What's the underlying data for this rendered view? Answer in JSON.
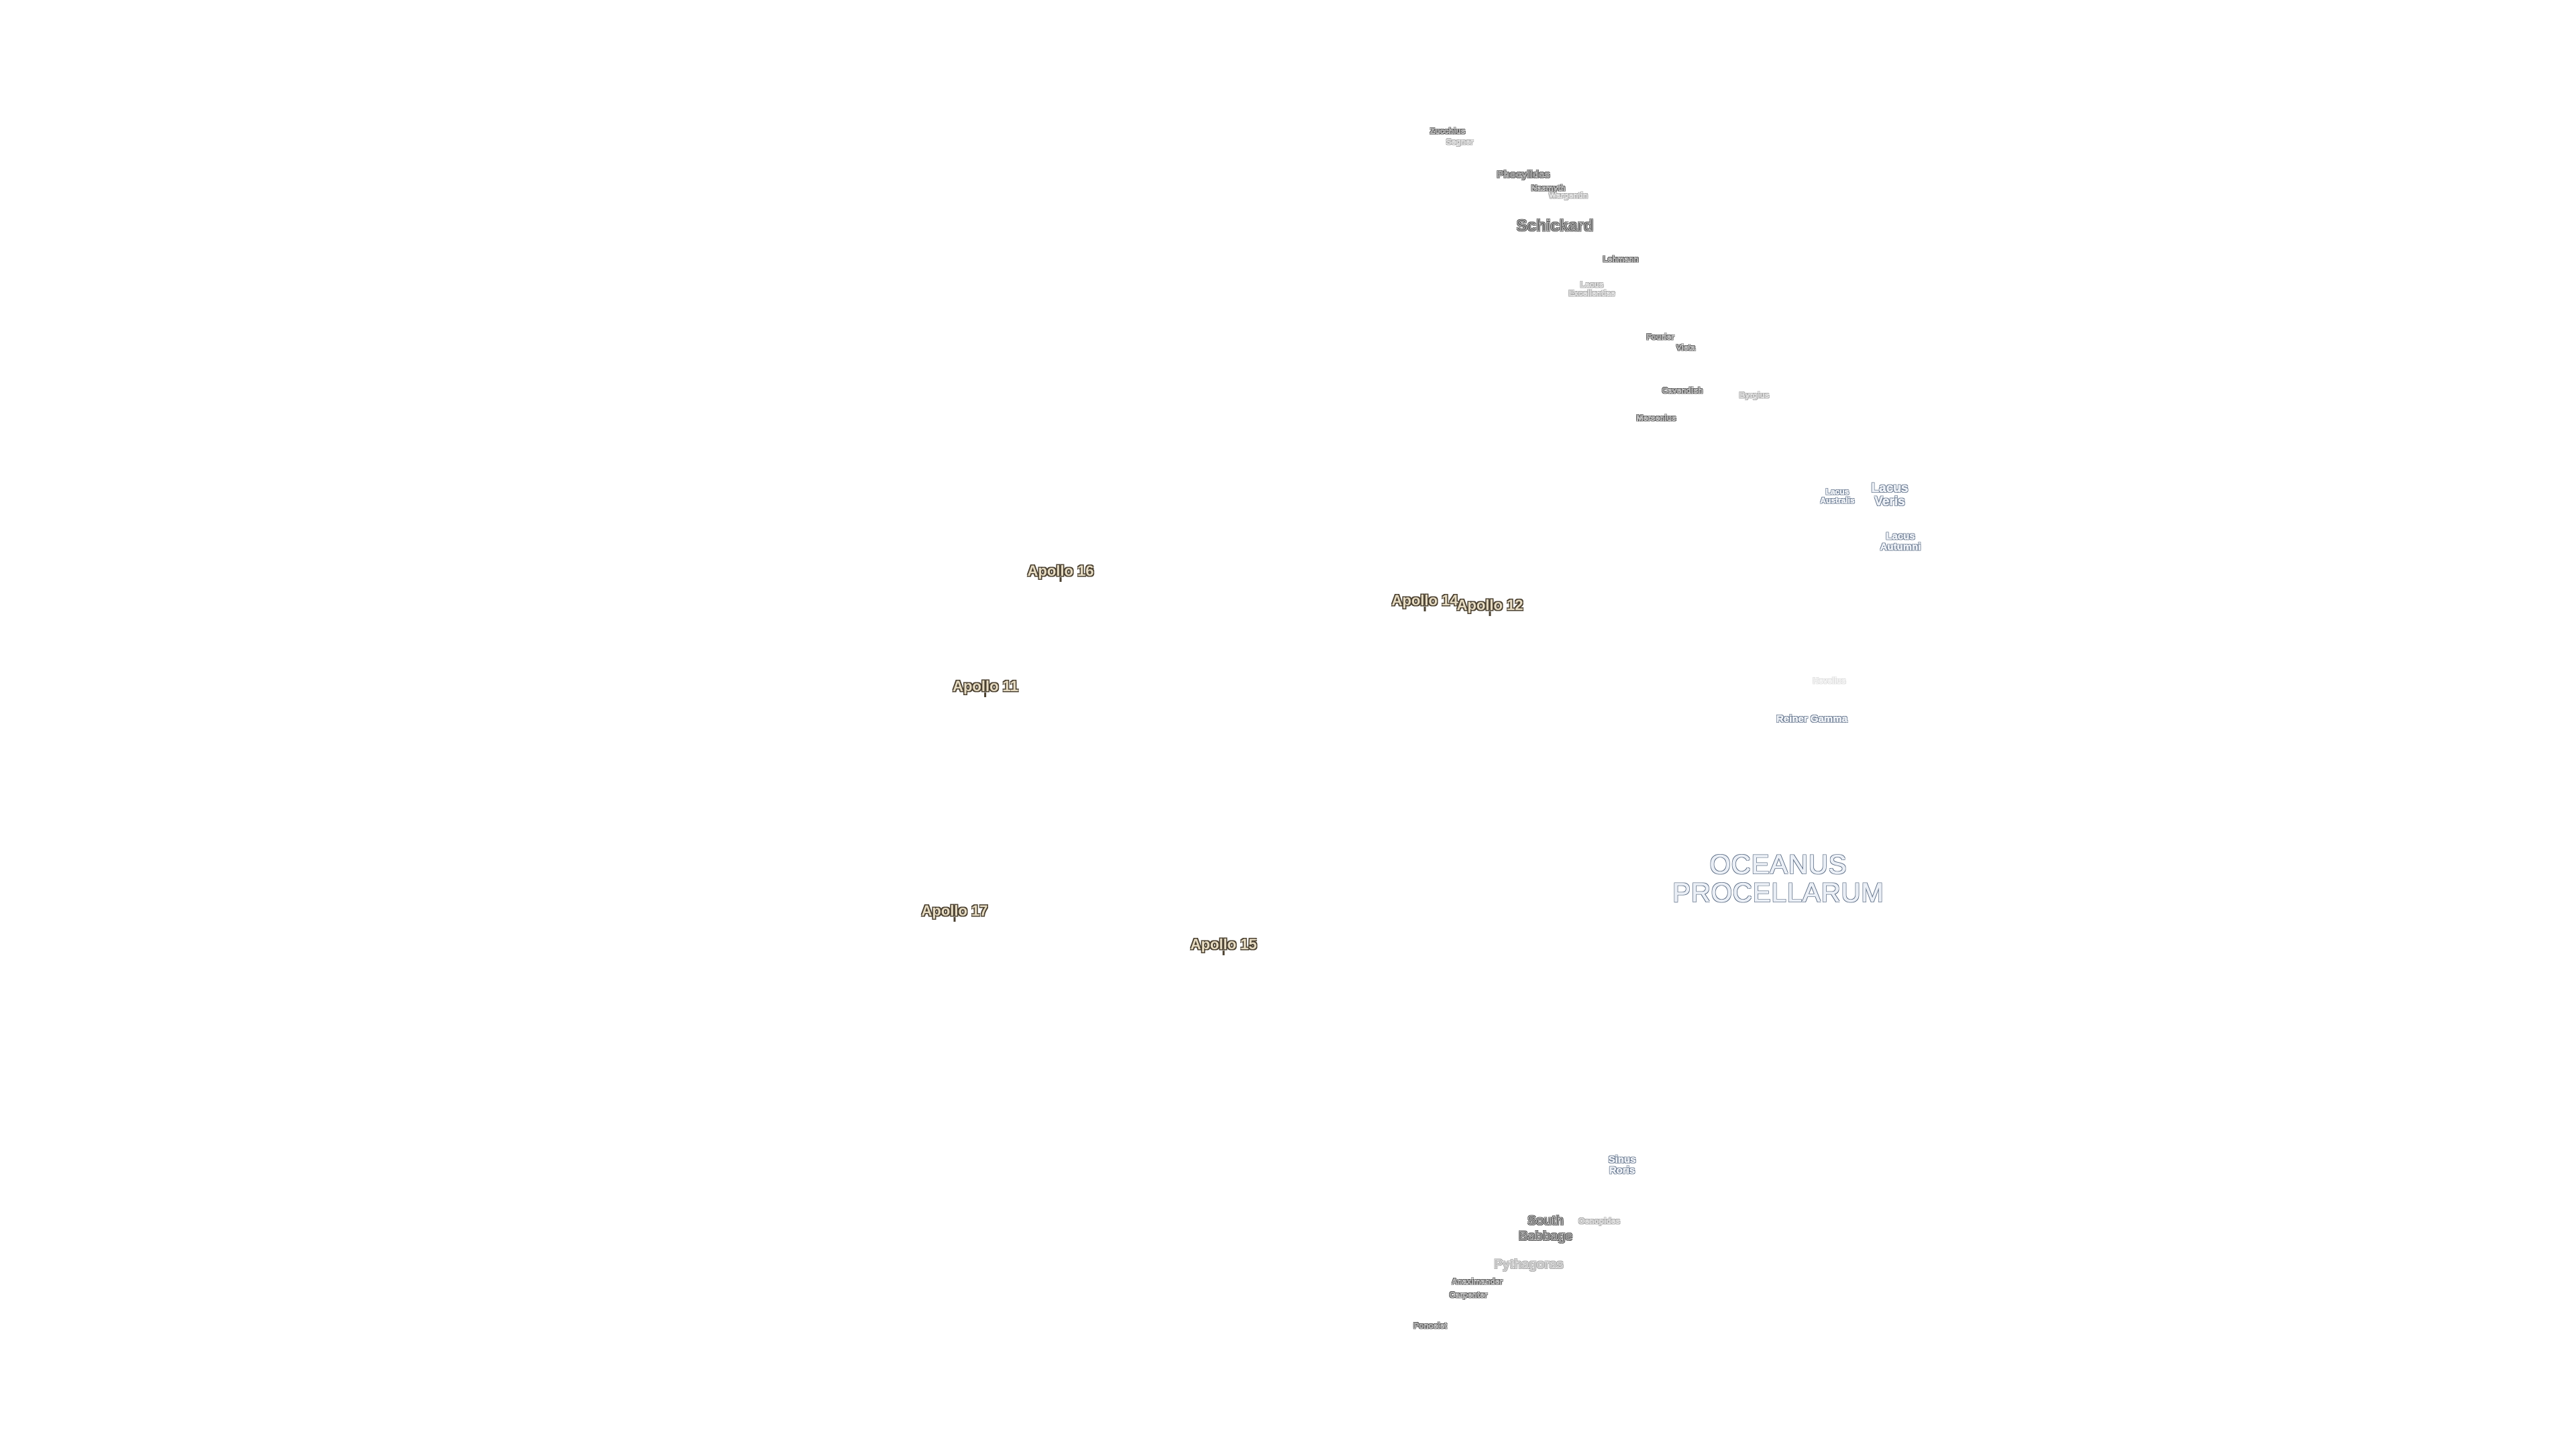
{
  "map": {
    "features": {
      "zucchius": "Zucchius",
      "segner": "Segner",
      "phocylides": "Phocylides",
      "nasmyth": "Nasmyth",
      "wargentin": "Wargentin",
      "schickard": "Schickard",
      "lehmann": "Lehmann",
      "lacus_excellentiae": "Lacus\nExcellentiae",
      "fourier": "Fourier",
      "vieta": "Vieta",
      "cavendish": "Cavendish",
      "byrgius": "Byrgius",
      "mersenius": "Mersenius",
      "lacus_autumni_small": "Lacus\nAustralis",
      "lacus_veris": "Lacus\nVeris",
      "lacus_autumni": "Lacus\nAutumni",
      "faint_label": "Hevelius",
      "reiner_gamma": "Reiner Gamma",
      "oceanus": "OCEANUS\nPROCELLARUM",
      "sinus_roris": "Sinus\nRoris",
      "south": "South",
      "babbage": "Babbage",
      "oenopides": "Oenopides",
      "pythagoras": "Pythagoras",
      "anaximander": "Anaximander",
      "carpenter": "Carpenter",
      "poncelet": "Poncelet"
    },
    "apollo": {
      "a16": "Apollo 16",
      "a14": "Apollo 14",
      "a12": "Apollo 12",
      "a11": "Apollo 11",
      "a17": "Apollo 17",
      "a15": "Apollo 15"
    },
    "colors": {
      "background": "#ffffff",
      "apollo_fill": "#e7dcc3",
      "apollo_outline": "#4a4030",
      "mare_fill": "#e9eef6",
      "mare_outline": "#5a6c86"
    }
  }
}
